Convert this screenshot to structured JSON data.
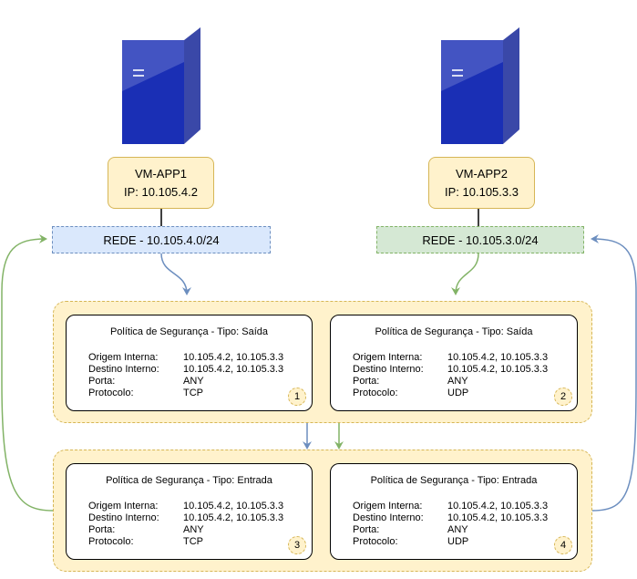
{
  "vms": [
    {
      "name": "VM-APP1",
      "ip": "IP: 10.105.4.2"
    },
    {
      "name": "VM-APP2",
      "ip": "IP: 10.105.3.3"
    }
  ],
  "networks": [
    {
      "label": "REDE - 10.105.4.0/24",
      "color": "#dae8fc"
    },
    {
      "label": "REDE - 10.105.3.0/24",
      "color": "#d5e8d4"
    }
  ],
  "field_labels": {
    "origem": "Origem Interna:",
    "destino": "Destino Interno:",
    "porta": "Porta:",
    "protocolo": "Protocolo:"
  },
  "policies": [
    {
      "title": "Política de Segurança - Tipo: Saída",
      "origem": "10.105.4.2, 10.105.3.3",
      "destino": "10.105.4.2, 10.105.3.3",
      "porta": "ANY",
      "protocolo": "TCP",
      "badge": "1"
    },
    {
      "title": "Política de Segurança - Tipo: Saída",
      "origem": "10.105.4.2, 10.105.3.3",
      "destino": "10.105.4.2, 10.105.3.3",
      "porta": "ANY",
      "protocolo": "UDP",
      "badge": "2"
    },
    {
      "title": "Política de Segurança - Tipo: Entrada",
      "origem": "10.105.4.2, 10.105.3.3",
      "destino": "10.105.4.2, 10.105.3.3",
      "porta": "ANY",
      "protocolo": "TCP",
      "badge": "3"
    },
    {
      "title": "Política de Segurança - Tipo: Entrada",
      "origem": "10.105.4.2, 10.105.3.3",
      "destino": "10.105.4.2, 10.105.3.3",
      "porta": "ANY",
      "protocolo": "UDP",
      "badge": "4"
    }
  ],
  "colors": {
    "blue_edge": "#6c8ebf",
    "green_edge": "#82b366",
    "group_fill": "#fff2cc",
    "group_stroke": "#d6b656",
    "server_blue": "#1a2fb5"
  },
  "icons": [
    "server-icon",
    "server-icon"
  ]
}
